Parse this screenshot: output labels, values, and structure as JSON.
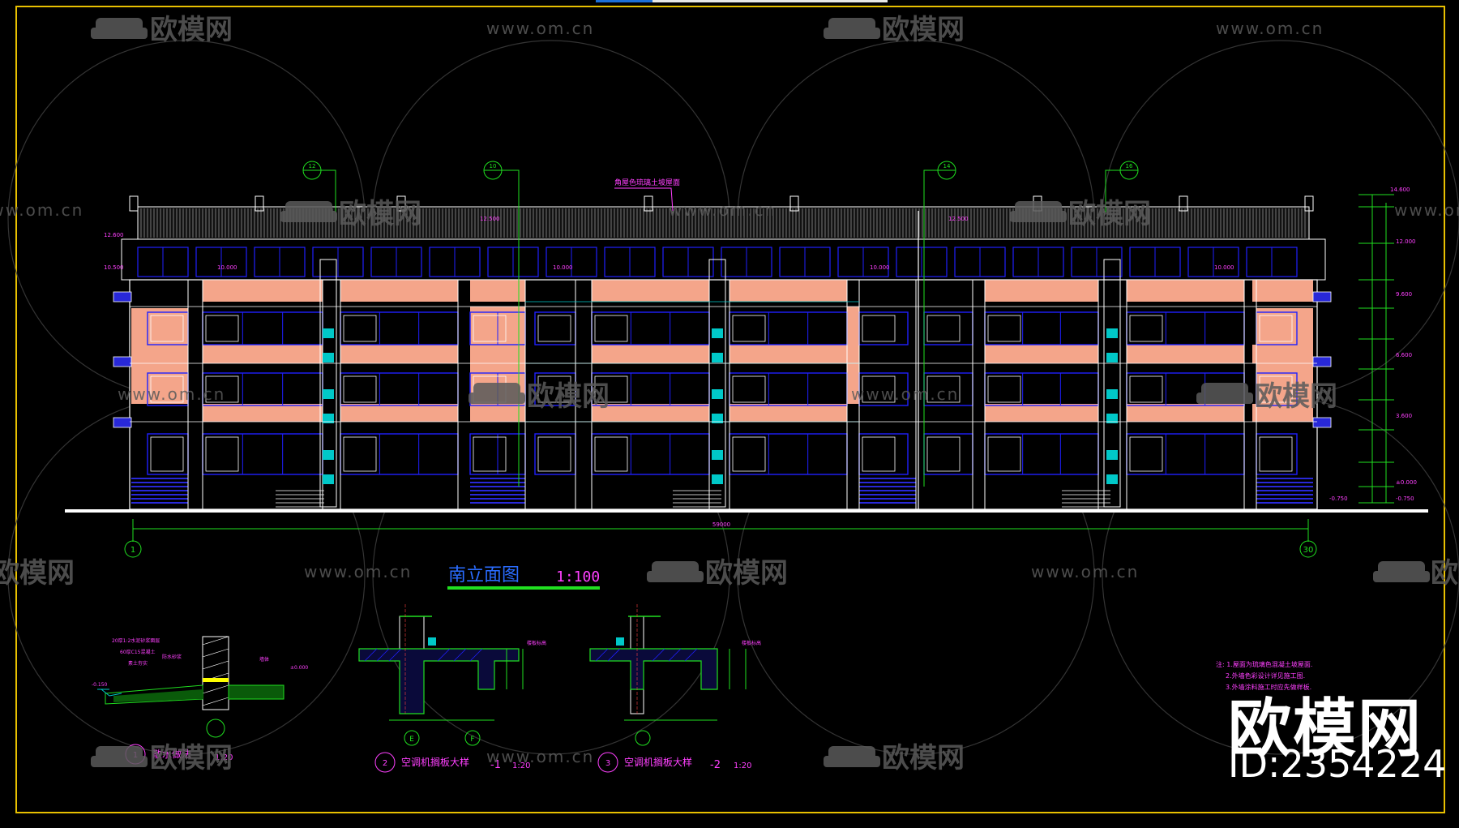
{
  "drawing": {
    "title": "南立面图",
    "scale": "1:100",
    "total_width_label": "59000",
    "axis_left": "1",
    "axis_right": "30",
    "roof_callout": "角屋色琉璃土坡屋面",
    "callout_markers": [
      "12",
      "10",
      "14",
      "16"
    ],
    "floor_levels_right": [
      "14.600",
      "12.000",
      "9.600",
      "6.600",
      "3.600",
      "±0.000",
      "-0.750"
    ],
    "floor_levels_left": [
      "12.600",
      "10.500"
    ],
    "roof_levels": [
      "12.500",
      "12.500"
    ],
    "attic_levels": [
      "10.000",
      "10.000",
      "10.000",
      "10.000"
    ],
    "ground_level": "-0.750"
  },
  "details": {
    "detail1_title": "散水做法",
    "detail1_scale": "1:20",
    "detail1_num": "1",
    "detail1_notes": [
      "20厚1:2水泥砂浆面层",
      "60厚C15混凝土",
      "素土夯实",
      "防水砂浆"
    ],
    "detail1_level_left": "-0.150",
    "detail1_level_right": "±0.000",
    "detail1_label": "墙体",
    "detail2_title": "空调机搁板大样",
    "detail2_num": "2",
    "detail2_scale": "1:20",
    "detail2_suffix": "-1",
    "detail2_axes": [
      "E",
      "F"
    ],
    "detail3_title": "空调机搁板大样",
    "detail3_num": "3",
    "detail3_scale": "1:20",
    "detail3_suffix": "-2",
    "section_label": "楼板标高"
  },
  "notes": {
    "lines": [
      "注: 1.屋面为琉璃色混凝土坡屋面.",
      "2.外墙色彩设计详见施工图.",
      "3.外墙涂料施工时应先做样板."
    ]
  },
  "watermark": {
    "brand": "欧模网",
    "url": "www.om.cn",
    "brand_big": "欧模网",
    "id": "ID:2354224"
  },
  "colors": {
    "background": "#000000",
    "frame": "#e8c000",
    "facade_line": "#ffffff",
    "window": "#2020ff",
    "salmon": "#f4a58a",
    "cyan": "#00c8c8",
    "magenta": "#ff40ff",
    "green": "#20e020",
    "yellow": "#ffff00",
    "blue_band": "#2828d8"
  }
}
